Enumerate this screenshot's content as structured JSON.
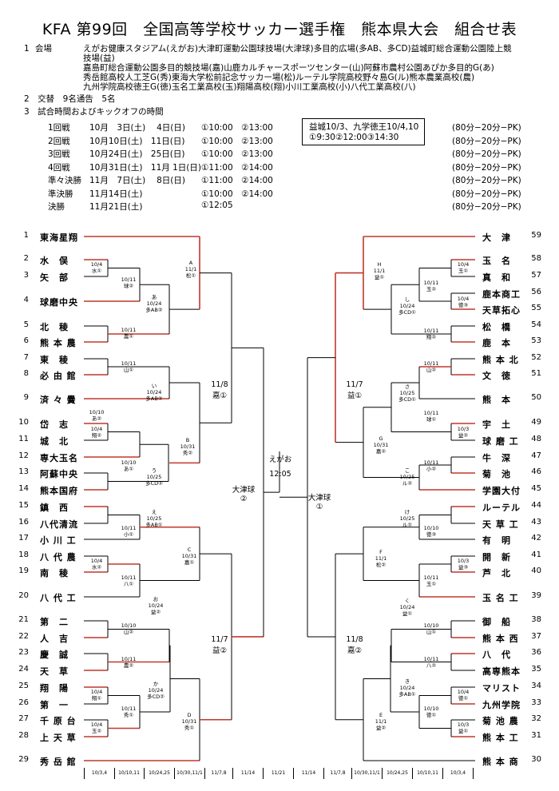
{
  "title": "KFA 第99回　全国高等学校サッカー選手権　熊本県大会　組合せ表",
  "info": {
    "venue_no": "1",
    "venue_label": "会場",
    "venue_lines": [
      "えがお健康スタジアム(えがお)大津町運動公園球技場(大津球)多目的広場(多AB、多CD)益城町総合運動公園陸上競",
      "技場(益)",
      "嘉島町総合運動公園多目的競技場(嘉)山鹿カルチャースポーツセンター(山)阿蘇市農村公園あぴか多目的G(あ)",
      "秀岳館高校人工芝G(秀)東海大学松前記念サッカー場(松)ルーテル学院高校野々島G(ル)熊本農業高校(農)",
      "九州学院高校徳王G(徳)玉名工業高校(玉)翔陽高校(翔)小川工業高校(小)八代工業高校(八)"
    ],
    "referee_line": "2　交替　9名通告　5名",
    "kickoff_line": "3　試合時間およびキックオフの時間"
  },
  "schedule": [
    {
      "round": "1回戦",
      "date": "10月　3日(土)　 4日(日)",
      "times": "①10:00　②13:00",
      "dur": "(80分−20分−PK)"
    },
    {
      "round": "2回戦",
      "date": "10月10日(土)　11日(日)",
      "times": "①10:00　②13:00",
      "dur": "(80分−20分−PK)"
    },
    {
      "round": "3回戦",
      "date": "10月24日(土)　25日(日)",
      "times": "①10:00　②13:00",
      "dur": "(80分−20分−PK)"
    },
    {
      "round": "4回戦",
      "date": "10月31日(土)　11月 1日(日)",
      "times": "①11:00　②14:00",
      "dur": "(80分−20分−PK)"
    },
    {
      "round": "準々決勝",
      "date": "11月　7日(土)　 8日(日)",
      "times": "①11:00　②14:00",
      "dur": "(80分−20分−PK)"
    },
    {
      "round": "準決勝",
      "date": "11月14日(土)",
      "times": "①10:00　②14:00",
      "dur": "(80分−20分−PK)"
    },
    {
      "round": "決勝",
      "date": "11月21日(土)",
      "times": "①12:05",
      "dur": "(80分−20分−PK)"
    }
  ],
  "special_box": {
    "line1": "益城10/3、九学徳王10/4,10",
    "line2": "①9:30②12:00③14:30"
  },
  "left_teams": [
    {
      "n": "1",
      "name": "東海星翔"
    },
    {
      "n": "2",
      "name": "水　俣"
    },
    {
      "n": "3",
      "name": "矢　部"
    },
    {
      "n": "4",
      "name": "球磨中央"
    },
    {
      "n": "5",
      "name": "北　稜"
    },
    {
      "n": "6",
      "name": "熊 本 農"
    },
    {
      "n": "7",
      "name": "東　稜"
    },
    {
      "n": "8",
      "name": "必 由 館"
    },
    {
      "n": "9",
      "name": "済 々 黌"
    },
    {
      "n": "10",
      "name": "岱　志"
    },
    {
      "n": "11",
      "name": "城　北"
    },
    {
      "n": "12",
      "name": "専大玉名"
    },
    {
      "n": "13",
      "name": "阿蘇中央"
    },
    {
      "n": "14",
      "name": "熊本国府"
    },
    {
      "n": "15",
      "name": "鎮　西"
    },
    {
      "n": "16",
      "name": "八代清流"
    },
    {
      "n": "17",
      "name": "小 川 工"
    },
    {
      "n": "18",
      "name": "八 代 農"
    },
    {
      "n": "19",
      "name": "南　稜"
    },
    {
      "n": "20",
      "name": "八 代 工"
    },
    {
      "n": "21",
      "name": "第　二"
    },
    {
      "n": "22",
      "name": "人　吉"
    },
    {
      "n": "23",
      "name": "慶　誠"
    },
    {
      "n": "24",
      "name": "天　草"
    },
    {
      "n": "25",
      "name": "翔　陽"
    },
    {
      "n": "26",
      "name": "第　一"
    },
    {
      "n": "27",
      "name": "千 原 台"
    },
    {
      "n": "28",
      "name": "上 天 草"
    },
    {
      "n": "29",
      "name": "秀 岳 館"
    }
  ],
  "right_teams": [
    {
      "n": "59",
      "name": "大　津"
    },
    {
      "n": "58",
      "name": "玉　名"
    },
    {
      "n": "57",
      "name": "真　和"
    },
    {
      "n": "56",
      "name": "鹿本商工"
    },
    {
      "n": "55",
      "name": "天草拓心"
    },
    {
      "n": "54",
      "name": "松　橋"
    },
    {
      "n": "53",
      "name": "鹿　本"
    },
    {
      "n": "52",
      "name": "熊 本 北"
    },
    {
      "n": "51",
      "name": "文　徳"
    },
    {
      "n": "50",
      "name": "熊　本"
    },
    {
      "n": "49",
      "name": "宇　土"
    },
    {
      "n": "48",
      "name": "球 磨 工"
    },
    {
      "n": "47",
      "name": "牛　深"
    },
    {
      "n": "46",
      "name": "菊　池"
    },
    {
      "n": "45",
      "name": "学園大付"
    },
    {
      "n": "44",
      "name": "ルーテル"
    },
    {
      "n": "43",
      "name": "天 草 工"
    },
    {
      "n": "42",
      "name": "有　明"
    },
    {
      "n": "41",
      "name": "開　新"
    },
    {
      "n": "40",
      "name": "芦　北"
    },
    {
      "n": "39",
      "name": "玉 名 工"
    },
    {
      "n": "38",
      "name": "御　船"
    },
    {
      "n": "37",
      "name": "熊 本 西"
    },
    {
      "n": "36",
      "name": "八　代"
    },
    {
      "n": "35",
      "name": "高専熊本"
    },
    {
      "n": "34",
      "name": "マリスト"
    },
    {
      "n": "33",
      "name": "九州学院"
    },
    {
      "n": "32",
      "name": "菊 池 農"
    },
    {
      "n": "31",
      "name": "熊 本 工"
    },
    {
      "n": "30",
      "name": "熊 本 商"
    }
  ],
  "match_info": [
    "10/4\n水①",
    "10/11\n球②",
    "10/11\n農①",
    "A\n11/1\n松①",
    "あ\n10/24\n多AB②",
    "10/11\n山①",
    "い\n10/24\n多AB②",
    "10/10\nあ②",
    "10/4\n翔②",
    "B\n10/31\n秀②",
    "10/10\nあ①",
    "う\n10/25\n多CD②",
    "え\n10/25\n多AB①",
    "10/11\n小①",
    "10/4\n水②",
    "10/11\n八①",
    "C\n10/31\n嘉①",
    "お\n10/24\n益②",
    "10/10\n山②",
    "10/11\n農②",
    "か\n10/24\n多CD②",
    "10/4\n翔①",
    "10/11\n秀①",
    "10/4\n玉②",
    "D\n10/31\n秀①",
    "11/8\n嘉①",
    "11/7\n益②",
    "H\n11/1\n益①",
    "10/4\n玉①",
    "10/11\n玉②",
    "し\n10/24\n多CD①",
    "10/4\n徳③",
    "10/11\n翔②",
    "10/11\n山②",
    "さ\n10/25\n多CD①",
    "10/11\n球①",
    "10/3\n益②",
    "G\n10/31\n嘉②",
    "こ\n10/25\nル②",
    "10/11\n小②",
    "け\n10/25\nル①",
    "10/10\n徳③",
    "F\n11/1\n松②",
    "10/3\n益③",
    "10/11\n玉①",
    "く\n10/24\n益①",
    "10/10\n山①",
    "10/11\n八②",
    "き\n10/24\n多AB①",
    "10/4\n徳①",
    "10/10\n徳①",
    "10/3\n益①",
    "E\n11/1\n益②",
    "11/7\n益①",
    "11/8\n嘉②"
  ],
  "semi_left": "大津球\n②",
  "semi_right": "大津球\n①",
  "final_venue": "えがお",
  "final_time": "12:05",
  "footer": [
    "10/3,4",
    "10/10,11",
    "10/24,25",
    "10/30,11/1",
    "11/7,8",
    "11/14",
    "11/21",
    "11/14",
    "11/7,8",
    "10/30,11/1",
    "10/24,25",
    "10/10,11",
    "10/3,4"
  ],
  "colors": {
    "win_line": "#c0392b",
    "line": "#000000"
  }
}
